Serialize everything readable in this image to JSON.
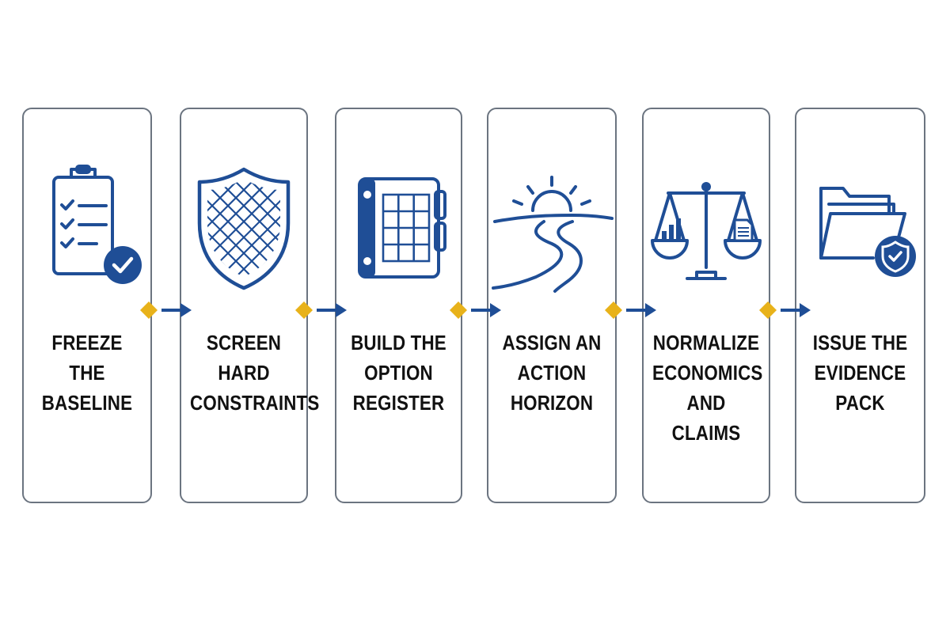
{
  "colors": {
    "blue": "#1f4e96",
    "gold": "#e8b21a",
    "border": "#6b7480",
    "text": "#111111"
  },
  "steps": [
    {
      "icon": "clipboard-checklist-icon",
      "lines": [
        "FREEZE",
        "THE",
        "BASELINE"
      ]
    },
    {
      "icon": "shield-mesh-icon",
      "lines": [
        "SCREEN",
        "HARD",
        "CONSTRAINTS"
      ]
    },
    {
      "icon": "binder-grid-icon",
      "lines": [
        "BUILD THE",
        "OPTION",
        "REGISTER"
      ]
    },
    {
      "icon": "sunrise-road-icon",
      "lines": [
        "ASSIGN AN",
        "ACTION",
        "HORIZON"
      ]
    },
    {
      "icon": "balance-scale-icon",
      "lines": [
        "NORMALIZE",
        "ECONOMICS",
        "AND CLAIMS"
      ]
    },
    {
      "icon": "folder-shield-icon",
      "lines": [
        "ISSUE THE",
        "EVIDENCE",
        "PACK"
      ]
    }
  ]
}
